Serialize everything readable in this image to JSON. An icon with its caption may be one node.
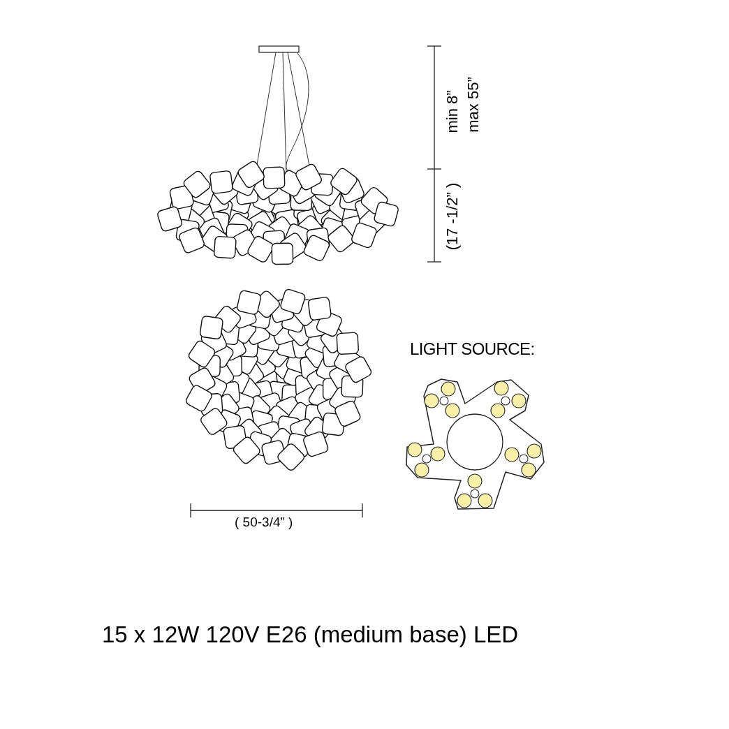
{
  "diagram": {
    "labels": [
      "min 8”",
      "max 55”",
      "(17 -1/2” )",
      "LIGHT SOURCE:",
      "( 50-3/4” )",
      "15 x 12W 120V E26 (medium base) LED"
    ]
  }
}
